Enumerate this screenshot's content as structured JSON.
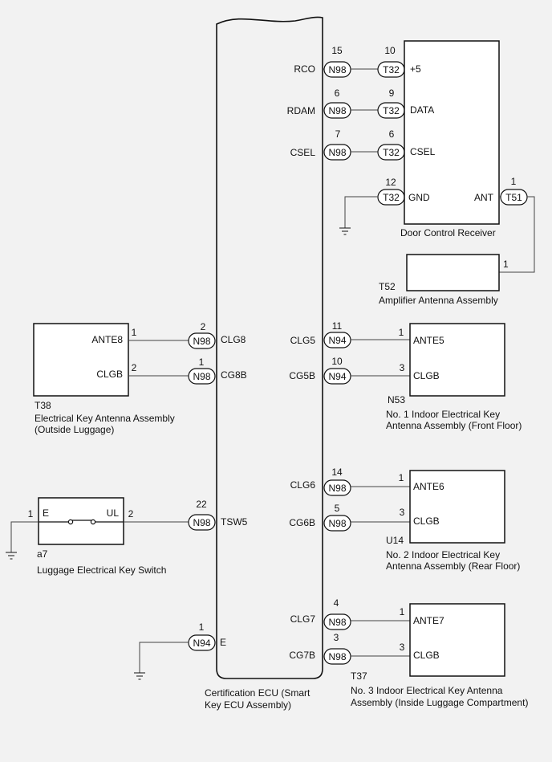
{
  "ecu": {
    "pins_right": {
      "rco": "RCO",
      "rdam": "RDAM",
      "csel": "CSEL",
      "clg5": "CLG5",
      "cg5b": "CG5B",
      "clg6": "CLG6",
      "cg6b": "CG6B",
      "clg7": "CLG7",
      "cg7b": "CG7B"
    },
    "pins_left": {
      "clg8": "CLG8",
      "cg8b": "CG8B",
      "tsw5": "TSW5",
      "e": "E"
    },
    "caption": [
      "Certification ECU (Smart",
      "Key ECU Assembly)"
    ]
  },
  "connectors": {
    "n98": "N98",
    "n94": "N94",
    "t32": "T32",
    "t51": "T51"
  },
  "pin_numbers": {
    "rco": "15",
    "rdam": "6",
    "csel": "7",
    "t32_5": "10",
    "t32_data": "9",
    "t32_csel": "6",
    "t32_gnd": "12",
    "t51": "1",
    "amp": "1",
    "clg5": "11",
    "cg5b": "10",
    "n53_ante5": "1",
    "n53_clgb": "3",
    "clg8": "2",
    "cg8b": "1",
    "t38_ante8": "1",
    "t38_clgb": "2",
    "clg6": "14",
    "cg6b": "5",
    "u14_ante6": "1",
    "u14_clgb": "3",
    "tsw5": "22",
    "a7_e": "1",
    "a7_ul": "2",
    "e": "1",
    "clg7": "4",
    "cg7b": "3",
    "t37_ante7": "1",
    "t37_clgb": "3"
  },
  "door_receiver": {
    "pins": {
      "plus5": "+5",
      "data": "DATA",
      "csel": "CSEL",
      "gnd": "GND",
      "ant": "ANT"
    },
    "label": "Door Control Receiver"
  },
  "amplifier": {
    "code": "T52",
    "label": "Amplifier Antenna Assembly"
  },
  "n53": {
    "pins": {
      "ante": "ANTE5",
      "clgb": "CLGB"
    },
    "code": "N53",
    "label": [
      "No. 1 Indoor Electrical Key",
      "Antenna Assembly (Front Floor)"
    ]
  },
  "u14": {
    "pins": {
      "ante": "ANTE6",
      "clgb": "CLGB"
    },
    "code": "U14",
    "label": [
      "No. 2 Indoor Electrical Key",
      "Antenna Assembly (Rear Floor)"
    ]
  },
  "t37": {
    "pins": {
      "ante": "ANTE7",
      "clgb": "CLGB"
    },
    "code": "T37",
    "label": [
      "No. 3 Indoor Electrical Key Antenna",
      "Assembly (Inside Luggage Compartment)"
    ]
  },
  "t38": {
    "pins": {
      "ante": "ANTE8",
      "clgb": "CLGB"
    },
    "code": "T38",
    "label": [
      "Electrical Key Antenna Assembly",
      "(Outside Luggage)"
    ]
  },
  "a7": {
    "pins": {
      "e": "E",
      "ul": "UL"
    },
    "code": "a7",
    "label": "Luggage Electrical Key Switch"
  }
}
